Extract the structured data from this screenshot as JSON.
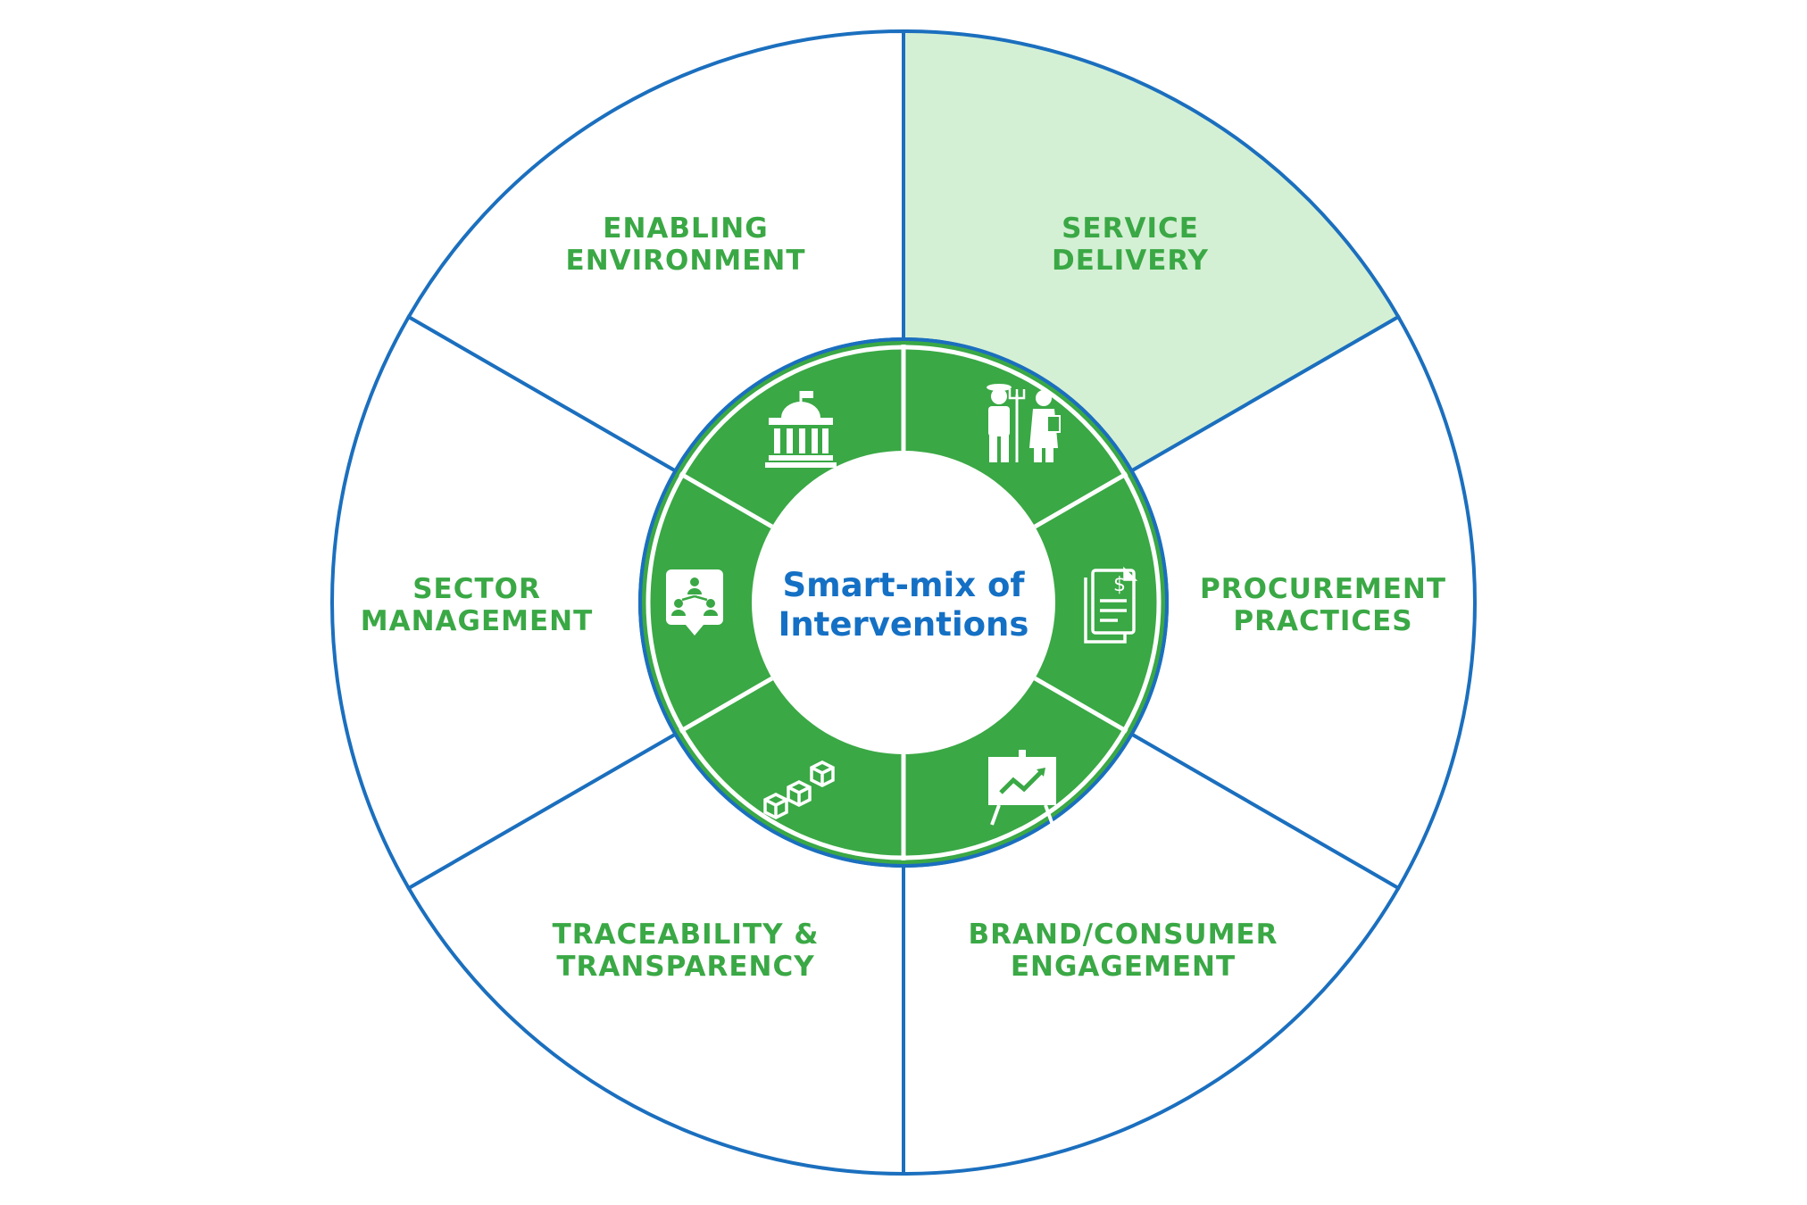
{
  "colors": {
    "outline": "#1b6fbe",
    "ring_green": "#3aa845",
    "label_green": "#3aa845",
    "highlight_fill": "#d4f0d4",
    "center_text": "#1470c4",
    "background": "#ffffff"
  },
  "center": {
    "line1": "Smart-mix of",
    "line2": "Interventions"
  },
  "segments": [
    {
      "line1": "SERVICE",
      "line2": "DELIVERY",
      "icon": "farmer-and-worker-icon",
      "highlighted": true
    },
    {
      "line1": "PROCUREMENT",
      "line2": "PRACTICES",
      "icon": "invoice-document-icon",
      "highlighted": false
    },
    {
      "line1": "BRAND/CONSUMER",
      "line2": "ENGAGEMENT",
      "icon": "presentation-chart-icon",
      "highlighted": false
    },
    {
      "line1": "TRACEABILITY &",
      "line2": "TRANSPARENCY",
      "icon": "linked-boxes-icon",
      "highlighted": false
    },
    {
      "line1": "SECTOR",
      "line2": "MANAGEMENT",
      "icon": "network-people-icon",
      "highlighted": false
    },
    {
      "line1": "ENABLING",
      "line2": "ENVIRONMENT",
      "icon": "government-building-icon",
      "highlighted": false
    }
  ]
}
